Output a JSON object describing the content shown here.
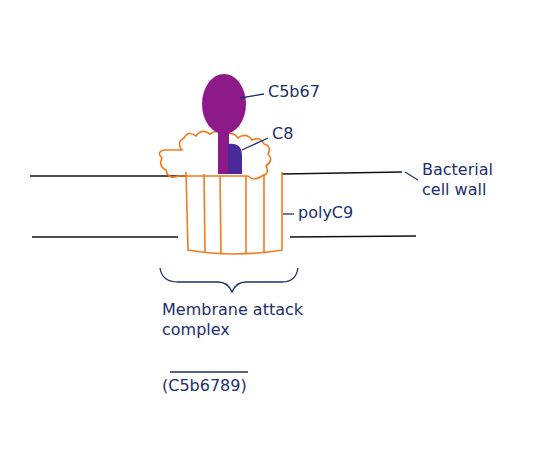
{
  "diagram": {
    "labels": [
      "C5b67",
      "C8",
      "Bacterial cell wall",
      "polyC9",
      "Membrane attack complex",
      "(C5b6789)"
    ]
  }
}
